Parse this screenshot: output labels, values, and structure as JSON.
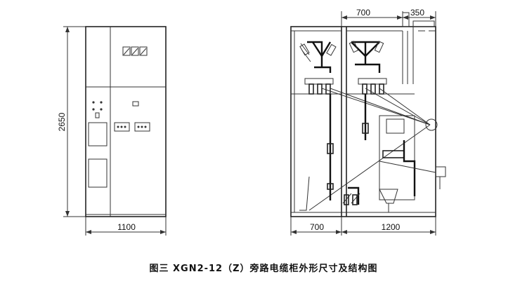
{
  "figure": {
    "caption": "图三  XGN2-12（Z）旁路电缆柜外形尺寸及结构图"
  },
  "front_view": {
    "height_dim": "2650",
    "width_dim": "1100"
  },
  "side_view": {
    "top_dim_left": "700",
    "top_dim_right": "350",
    "bottom_dim_left": "700",
    "bottom_dim_right": "1200"
  }
}
